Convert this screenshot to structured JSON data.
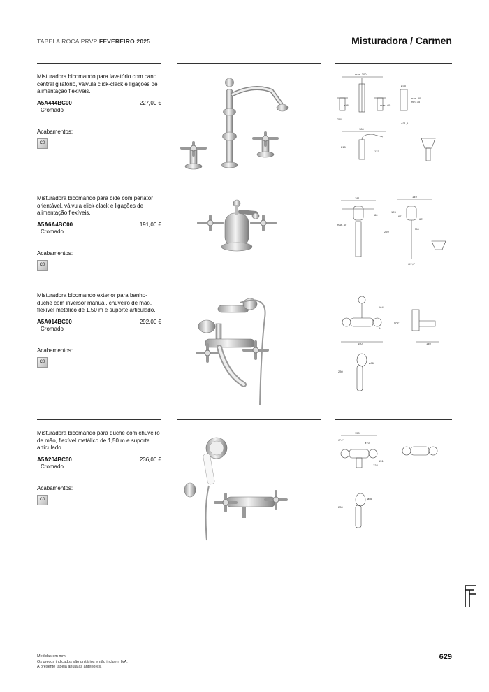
{
  "header": {
    "left_prefix": "TABELA ROCA PRVP",
    "left_bold": "FEVEREIRO 2025",
    "title": "Misturadora / Carmen"
  },
  "products": [
    {
      "description": "Misturadora bicomando para lavatório com cano central giratório, válvula click-clack e ligações de alimentação flexíveis.",
      "code": "A5A444BC00",
      "price": "227,00 €",
      "finish": "Cromado",
      "finishes_label": "Acabamentos:",
      "swatch": "C0"
    },
    {
      "description": "Misturadora bicomando para bidé com perlator orientável, válvula click-clack e ligações de alimentação flexíveis.",
      "code": "A5A6A4BC00",
      "price": "191,00 €",
      "finish": "Cromado",
      "finishes_label": "Acabamentos:",
      "swatch": "C0"
    },
    {
      "description": "Misturadora bicomando exterior para banho-duche com inversor manual, chuveiro de mão, flexível metálico de 1,50 m e suporte articulado.",
      "code": "A5A014BC00",
      "price": "292,00 €",
      "finish": "Cromado",
      "finishes_label": "Acabamentos:",
      "swatch": "C0"
    },
    {
      "description": "Misturadora bicomando para duche com chuveiro de mão, flexível metálico de 1,50 m e suporte articulado.",
      "code": "A5A204BC00",
      "price": "236,00 €",
      "finish": "Cromado",
      "finishes_label": "Acabamentos:",
      "swatch": "C0"
    }
  ],
  "drawings": {
    "d1": {
      "a": "max. 300",
      "b": "ø35",
      "c": "ø36",
      "d": "max. 40",
      "e": "G½\"",
      "f": "max. 80",
      "g": "min. 35",
      "h": "ø31,5",
      "i": "180",
      "j": "215",
      "k": "127"
    },
    "d2": {
      "a": "181",
      "b": "86",
      "c": "max. 40",
      "d": "149",
      "e": "123",
      "f": "67",
      "g": "60°",
      "h": "M8",
      "i": "259",
      "j": "G1¼\""
    },
    "d3": {
      "a": "164",
      "b": "94",
      "c": "G½\"",
      "d": "150",
      "e": "140",
      "f": "ø86",
      "g": "230"
    },
    "d4": {
      "a": "150",
      "b": "G½\"",
      "c": "ø70",
      "d": "151",
      "e": "128",
      "f": "ø86",
      "g": "230"
    }
  },
  "footer": {
    "line1": "Medidas em mm.",
    "line2": "Os preços indicados são unitários e não incluem IVA.",
    "line3": "A presente tabela anula as anteriores.",
    "page": "629"
  }
}
